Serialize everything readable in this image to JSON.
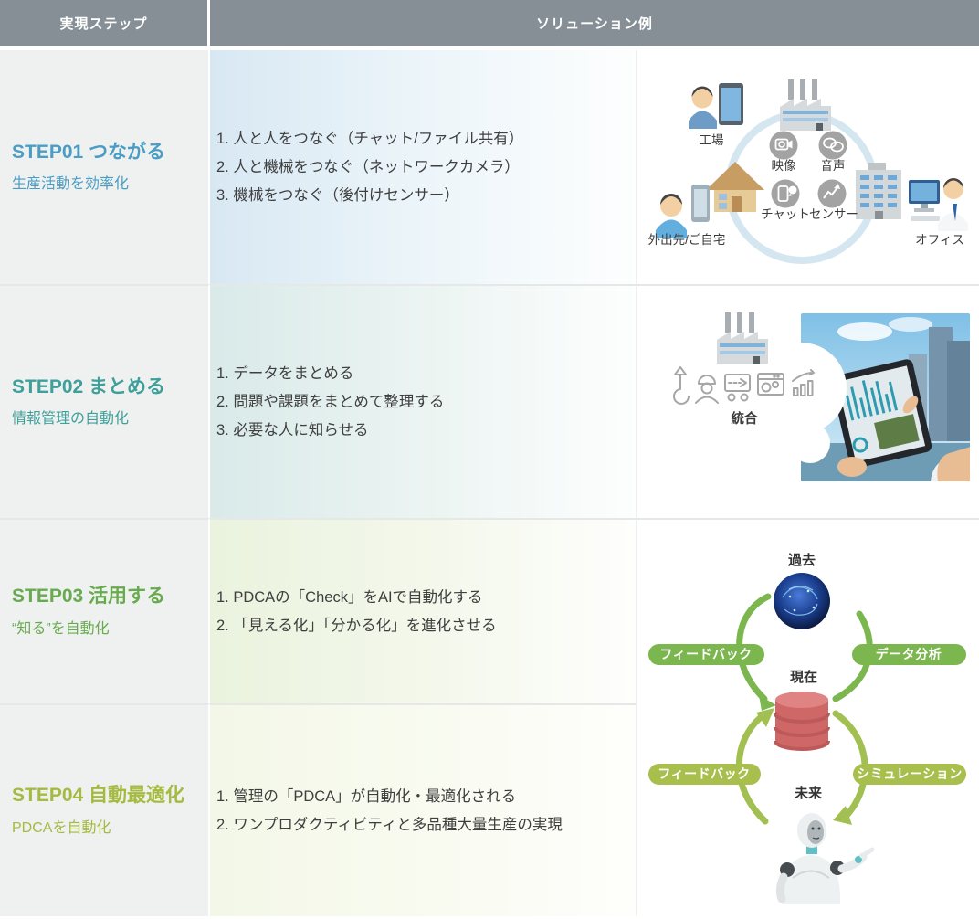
{
  "header": {
    "step_col": "実現ステップ",
    "solution_col": "ソリューション例"
  },
  "steps": [
    {
      "title": "STEP01 つながる",
      "subtitle": "生産活動を効率化",
      "accent_color": "#4a9dc4",
      "items": [
        "1. 人と人をつなぐ（チャット/ファイル共有）",
        "2. 人と機械をつなぐ（ネットワークカメラ）",
        "3. 機械をつなぐ（後付けセンサー）"
      ]
    },
    {
      "title": "STEP02 まとめる",
      "subtitle": "情報管理の自動化",
      "accent_color": "#3fa09b",
      "items": [
        "1. データをまとめる",
        "2. 問題や課題をまとめて整理する",
        "3. 必要な人に知らせる"
      ]
    },
    {
      "title": "STEP03 活用する",
      "subtitle": "“知る”を自動化",
      "accent_color": "#68ab4f",
      "items": [
        "1. PDCAの「Check」をAIで自動化する",
        "2. 「見える化」「分かる化」を進化させる"
      ]
    },
    {
      "title": "STEP04 自動最適化",
      "subtitle": "PDCAを自動化",
      "accent_color": "#a5ba41",
      "items": [
        "1. 管理の「PDCA」が自動化・最適化される",
        "2. ワンプロダクティビティと多品種大量生産の実現"
      ]
    }
  ],
  "illustrations": {
    "connect": {
      "factory_label": "工場",
      "remote_label": "外出先/ご自宅",
      "office_label": "オフィス",
      "video_label": "映像",
      "audio_label": "音声",
      "chat_label": "チャット",
      "sensor_label": "センサー"
    },
    "integrate": {
      "integration_label": "統合"
    },
    "pdca": {
      "past_label": "過去",
      "present_label": "現在",
      "future_label": "未来",
      "feedback_top_label": "フィードバック",
      "data_analysis_label": "データ分析",
      "feedback_bottom_label": "フィードバック",
      "simulation_label": "シミュレーション"
    }
  },
  "colors": {
    "header_bg": "#858f95",
    "left_column_bg": "#eff1f0",
    "row_border": "#e6e8e8",
    "row1_tint": "#d8e8f3",
    "row2_tint": "#d9eae9",
    "row3_tint": "#eaf3de",
    "row4_tint": "#f3f7e7",
    "pill_green": "#7cb64e",
    "pill_yellow_green": "#a8bf4e",
    "database_red": "#d06767"
  }
}
